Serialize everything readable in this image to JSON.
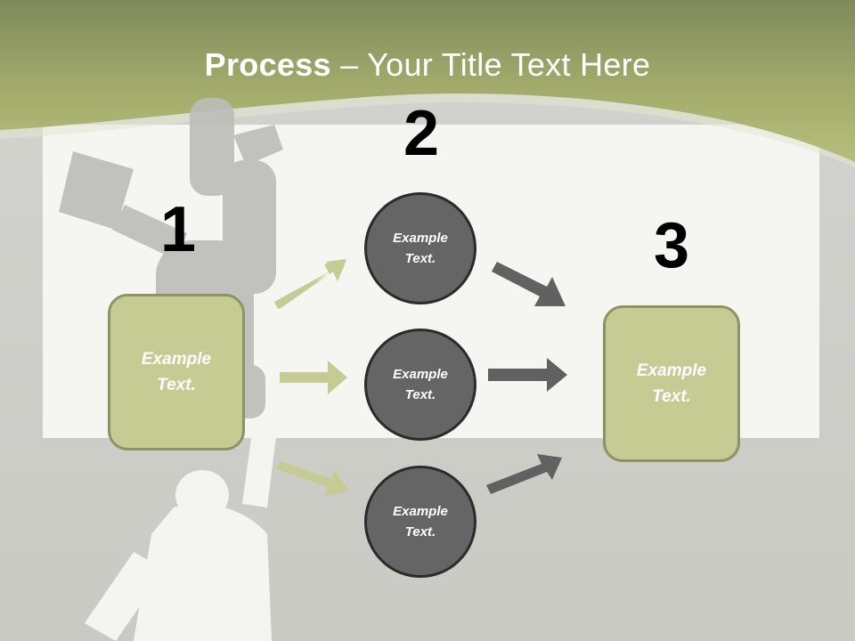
{
  "title": {
    "bold": "Process",
    "rest": " – Your Title Text Here"
  },
  "steps": {
    "one": "1",
    "two": "2",
    "three": "3"
  },
  "left_box": {
    "line1": "Example",
    "line2": "Text."
  },
  "right_box": {
    "line1": "Example",
    "line2": "Text."
  },
  "circles": [
    {
      "line1": "Example",
      "line2": "Text."
    },
    {
      "line1": "Example",
      "line2": "Text."
    },
    {
      "line1": "Example",
      "line2": "Text."
    }
  ],
  "colors": {
    "accent": "#b2ba74",
    "box_fill": "#c6cb93",
    "box_border": "#8c9366",
    "circle_fill": "#656565",
    "circle_border": "#2b2b2b",
    "arrow_light": "#c6cb93",
    "arrow_dark": "#616161"
  }
}
